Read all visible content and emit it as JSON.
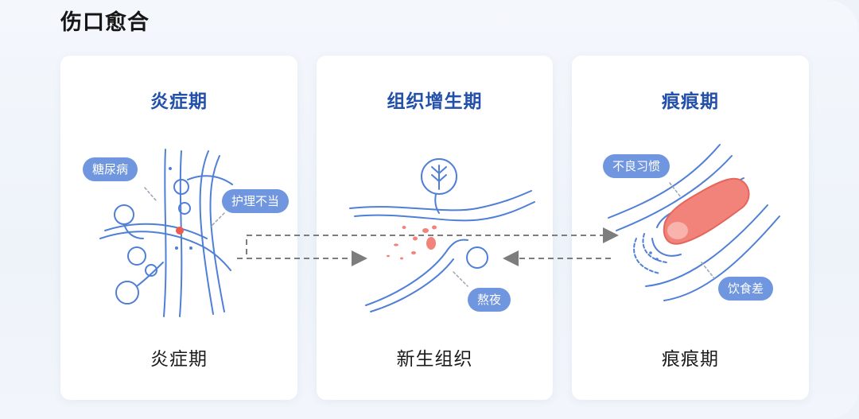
{
  "title": "伤口愈合",
  "stages": [
    {
      "heading": "炎症期",
      "caption": "炎症期",
      "factors": [
        "糖尿病",
        "护理不当"
      ]
    },
    {
      "heading": "组织增生期",
      "caption": "新生组织",
      "factors": [
        "熬夜"
      ]
    },
    {
      "heading": "痕痕期",
      "caption": "痕痕期",
      "factors": [
        "不良习惯",
        "饮食差"
      ]
    }
  ],
  "colors": {
    "accent": "#2350a8",
    "pill": "#6f96de",
    "line": "#4f7fd6",
    "wound": "#f1837a"
  }
}
